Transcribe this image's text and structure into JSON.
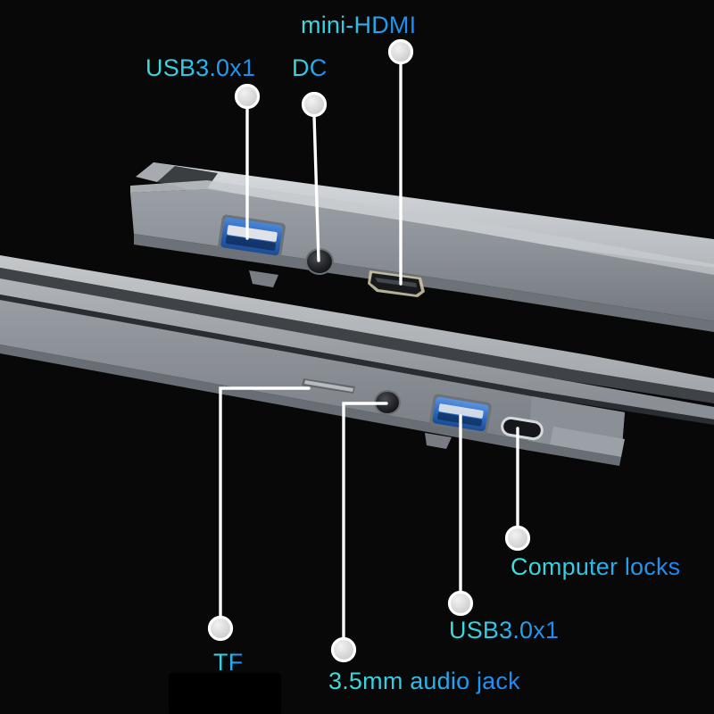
{
  "diagram": {
    "title": "Laptop port layout callout diagram",
    "background_color": "#080808",
    "label_gradient_from": "#3fe0d8",
    "label_gradient_to": "#1f86f5",
    "callout_line_color": "#ffffff",
    "marker_ring_color": "#ffffff",
    "marker_fill_color": "#d6d6d6",
    "chassis_color": "#8e9196",
    "port_blue": "#2f6fc0"
  },
  "labels": [
    {
      "id": "usb-top",
      "text": "USB3.0x1",
      "side": "top-edge",
      "port": "usb-a-3.0"
    },
    {
      "id": "dc",
      "text": "DC",
      "side": "top-edge",
      "port": "dc-power-jack"
    },
    {
      "id": "mini-hdmi",
      "text": "mini-HDMI",
      "side": "top-edge",
      "port": "mini-hdmi"
    },
    {
      "id": "tf",
      "text": "TF",
      "side": "bottom-edge",
      "port": "tf-card-slot"
    },
    {
      "id": "audio",
      "text": "3.5mm audio jack",
      "side": "bottom-edge",
      "port": "audio-jack"
    },
    {
      "id": "usb-bottom",
      "text": "USB3.0x1",
      "side": "bottom-edge",
      "port": "usb-a-3.0"
    },
    {
      "id": "locks",
      "text": "Computer locks",
      "side": "bottom-edge",
      "port": "usb-c-lock"
    }
  ],
  "ports": {
    "upper_device": [
      "USB3.0x1",
      "DC",
      "mini-HDMI"
    ],
    "lower_device": [
      "TF",
      "3.5mm audio jack",
      "USB3.0x1",
      "Computer locks"
    ]
  }
}
